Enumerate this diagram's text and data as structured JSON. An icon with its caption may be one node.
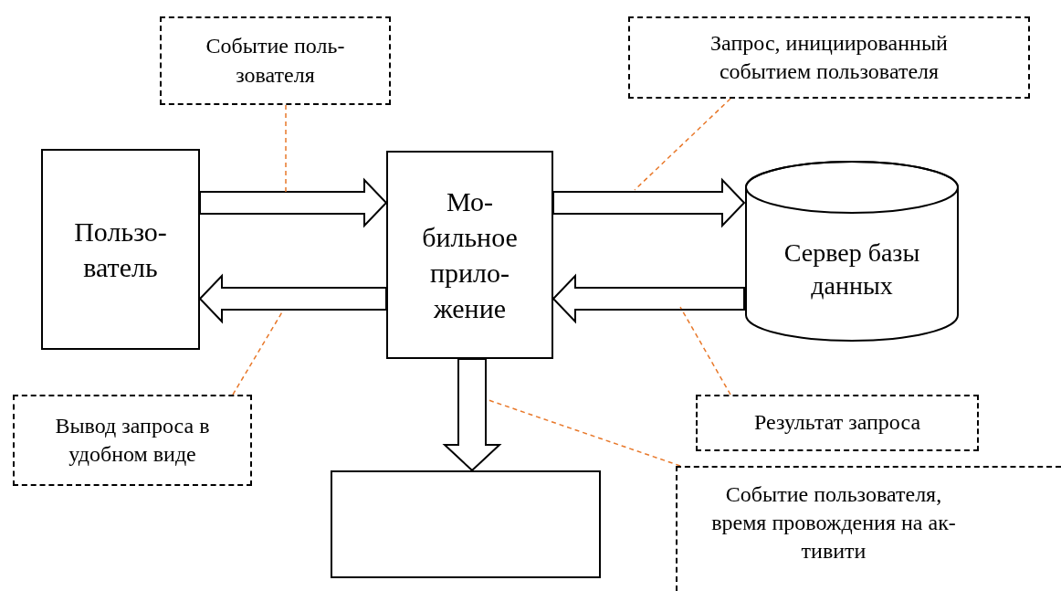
{
  "diagram": {
    "nodes": [
      {
        "text": [
          "Пользо- ватель"
        ]
      },
      {
        "text": [
          "Мо- бильное прило- жение"
        ]
      },
      {
        "text": [
          "Сервер базы данных"
        ]
      },
      {
        "text": [],
        "shape": "box"
      },
      {
        "text": [
          "Событие поль- зователя"
        ]
      },
      {
        "text": [
          "Запрос, инициированный событием пользователя"
        ]
      },
      {
        "text": [
          "Вывод запроса в удобном виде"
        ]
      },
      {
        "text": [
          "Результат запроса"
        ]
      },
      {
        "text": [
          "Событие пользователя, время провождения на ак- тивити"
        ]
      }
    ],
    "edges": [
      {
        "from": 0,
        "to": 1,
        "arrow": "to",
        "style": "thick"
      },
      {
        "from": 1,
        "to": 0,
        "arrow": "to",
        "style": "thick"
      },
      {
        "from": 1,
        "to": 2,
        "arrow": "to",
        "style": "thick"
      },
      {
        "from": 2,
        "to": 1,
        "arrow": "to",
        "style": "thick"
      },
      {
        "from": 1,
        "to": 3,
        "arrow": "to",
        "style": "thick"
      },
      {
        "from": 4,
        "to": null,
        "arrow": "none",
        "style": "dashed",
        "color": "#e8782a"
      },
      {
        "from": 5,
        "to": null,
        "arrow": "none",
        "style": "dashed",
        "color": "#e8782a"
      },
      {
        "from": 6,
        "to": null,
        "arrow": "none",
        "style": "dashed",
        "color": "#e8782a"
      },
      {
        "from": 7,
        "to": null,
        "arrow": "none",
        "style": "dashed",
        "color": "#e8782a"
      },
      {
        "from": 8,
        "to": null,
        "arrow": "none",
        "style": "dashed",
        "color": "#e8782a"
      }
    ]
  }
}
